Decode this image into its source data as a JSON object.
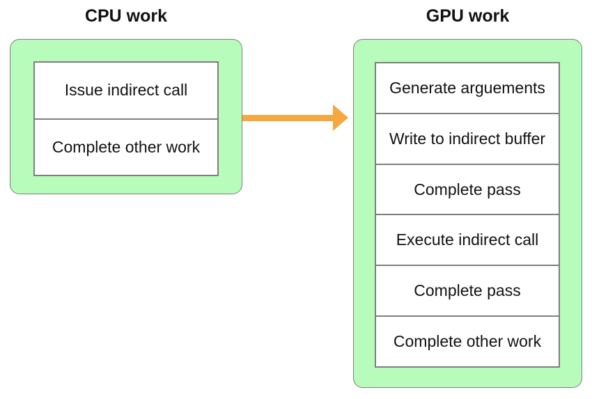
{
  "diagram": {
    "cpu": {
      "title": "CPU work",
      "steps": [
        "Issue indirect call",
        "Complete other work"
      ]
    },
    "gpu": {
      "title": "GPU work",
      "steps": [
        "Generate arguements",
        "Write to indirect buffer",
        "Complete pass",
        "Execute indirect call",
        "Complete pass",
        "Complete other work"
      ]
    },
    "arrow": {
      "direction": "right"
    }
  },
  "colors": {
    "container-fill": "#b7fcbb",
    "container-border": "#7e7e7e",
    "box-border": "#7e7e7e",
    "arrow": "#f6a742",
    "text": "#111111",
    "background": "#ffffff"
  }
}
